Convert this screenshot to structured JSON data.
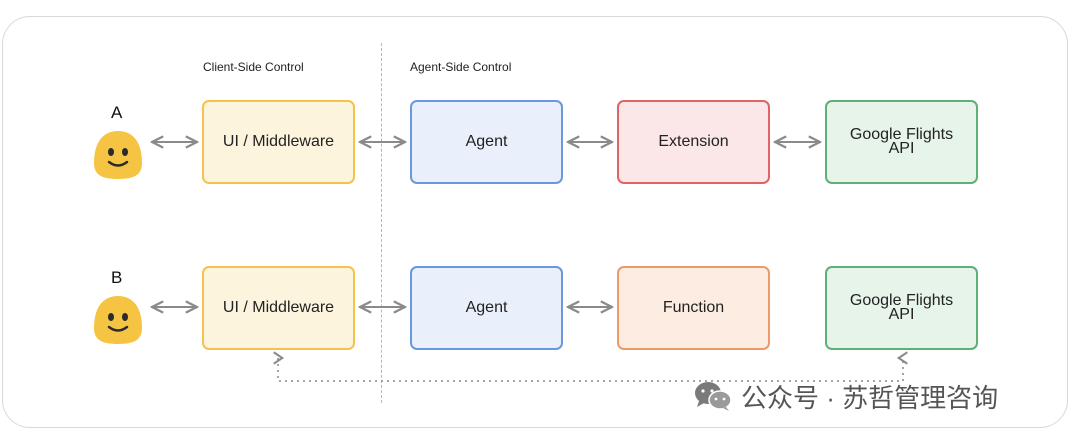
{
  "headers": {
    "client_side": "Client-Side Control",
    "agent_side": "Agent-Side Control"
  },
  "rows": [
    {
      "letter": "A",
      "boxes": [
        {
          "label": "UI / Middleware",
          "color": "yellow"
        },
        {
          "label": "Agent",
          "color": "blue"
        },
        {
          "label": "Extension",
          "color": "red"
        },
        {
          "label": "Google Flights API",
          "line1": "Google Flights",
          "line2": "API",
          "color": "green"
        }
      ]
    },
    {
      "letter": "B",
      "boxes": [
        {
          "label": "UI / Middleware",
          "color": "yellow"
        },
        {
          "label": "Agent",
          "color": "blue"
        },
        {
          "label": "Function",
          "color": "orange"
        },
        {
          "label": "Google Flights API",
          "line1": "Google Flights",
          "line2": "API",
          "color": "green"
        }
      ]
    }
  ],
  "colors": {
    "yellow_fill": "#fdf4dd",
    "yellow_border": "#f4c24f",
    "blue_fill": "#e9f0fb",
    "blue_border": "#6b97dc",
    "red_fill": "#fbe7e7",
    "red_border": "#e06464",
    "orange_fill": "#fcece2",
    "orange_border": "#ec9a6a",
    "green_fill": "#e7f4ea",
    "green_border": "#5fb074",
    "face": "#f6c443",
    "arrow": "#8a8a8a"
  },
  "watermark": {
    "text": "公众号 · 苏哲管理咨询",
    "icon": "wechat-icon"
  }
}
